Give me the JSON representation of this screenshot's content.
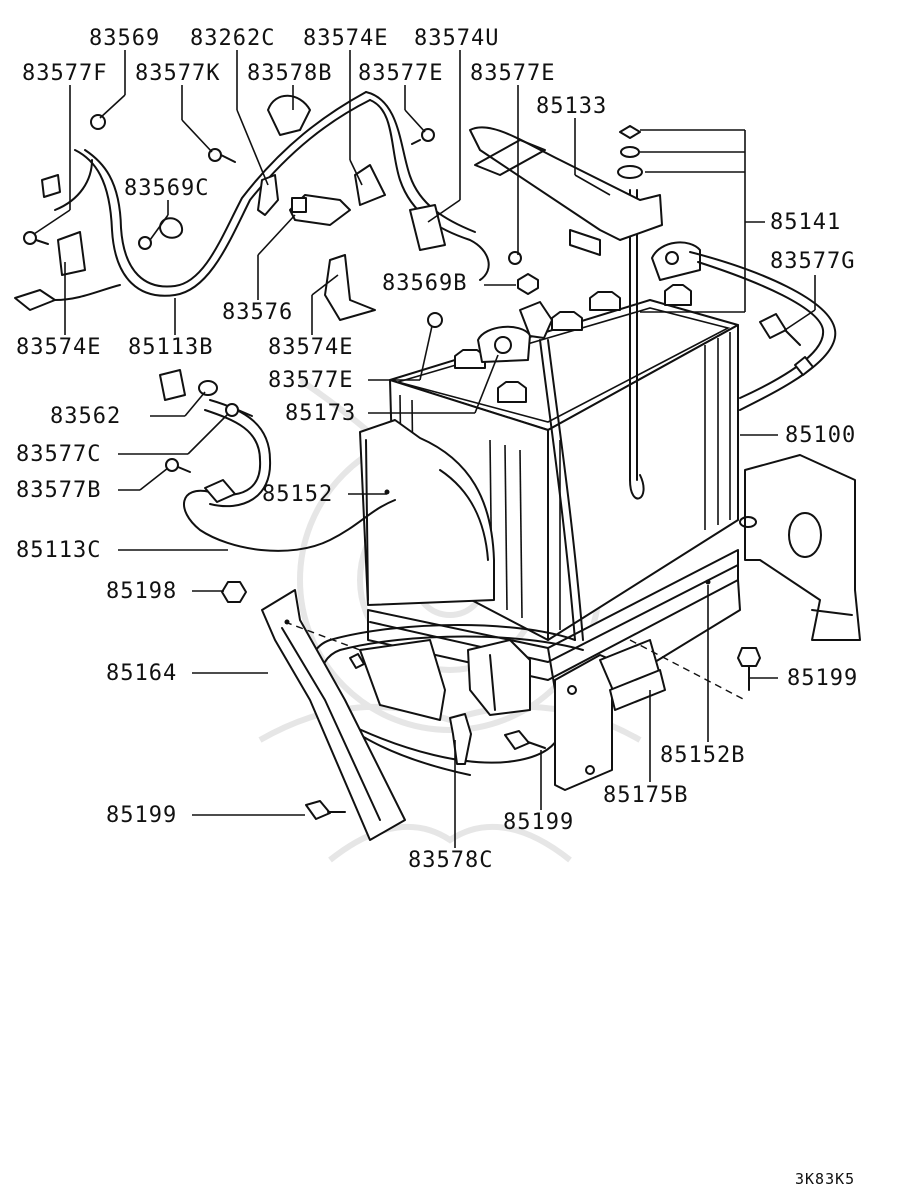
{
  "labels": {
    "l83569": "83569",
    "l83262C": "83262C",
    "l83574E_top": "83574E",
    "l83574U": "83574U",
    "l83577F": "83577F",
    "l83577K": "83577K",
    "l83578B": "83578B",
    "l83577E_top1": "83577E",
    "l83577E_top2": "83577E",
    "l85133": "85133",
    "l85141": "85141",
    "l83569C": "83569C",
    "l83577G": "83577G",
    "l83569B": "83569B",
    "l83576": "83576",
    "l83574E_mid": "83574E",
    "l83574E_left": "83574E",
    "l85113B": "85113B",
    "l83577E_mid": "83577E",
    "l83562": "83562",
    "l85173": "85173",
    "l85100": "85100",
    "l83577C": "83577C",
    "l83577B": "83577B",
    "l85152": "85152",
    "l85113C": "85113C",
    "l85198": "85198",
    "l85164": "85164",
    "l85199_right": "85199",
    "l85152B": "85152B",
    "l85175B": "85175B",
    "l85199_mid": "85199",
    "l85199_left": "85199",
    "l83578C": "83578C"
  },
  "diagram_code": "3K83K5",
  "colors": {
    "ink": "#111111",
    "watermark": "#e6e6e6",
    "paper": "#ffffff"
  }
}
